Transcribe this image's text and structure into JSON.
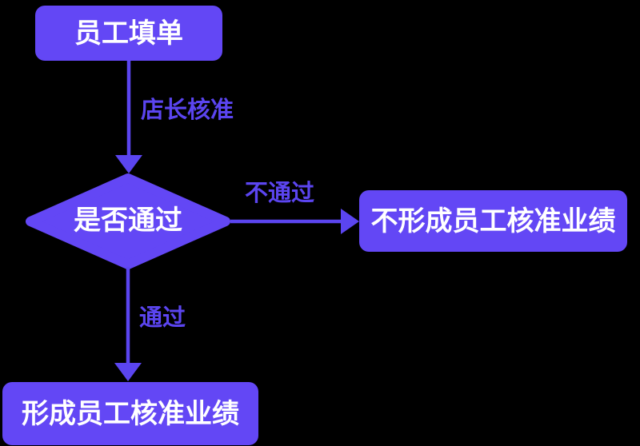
{
  "flowchart": {
    "nodes": {
      "start": {
        "label": "员工填单",
        "type": "process"
      },
      "decision": {
        "label": "是否通过",
        "type": "decision"
      },
      "reject": {
        "label": "不形成员工核准业绩",
        "type": "process"
      },
      "approve": {
        "label": "形成员工核准业绩",
        "type": "process"
      }
    },
    "edges": [
      {
        "from": "start",
        "to": "decision",
        "label": "店长核准",
        "direction": "down"
      },
      {
        "from": "decision",
        "to": "reject",
        "label": "不通过",
        "direction": "right"
      },
      {
        "from": "decision",
        "to": "approve",
        "label": "通过",
        "direction": "down"
      }
    ]
  },
  "colors": {
    "shape_fill": "#6347F5",
    "line": "#5B45F0",
    "node_text": "#FFFFFF",
    "background": "#000000"
  }
}
